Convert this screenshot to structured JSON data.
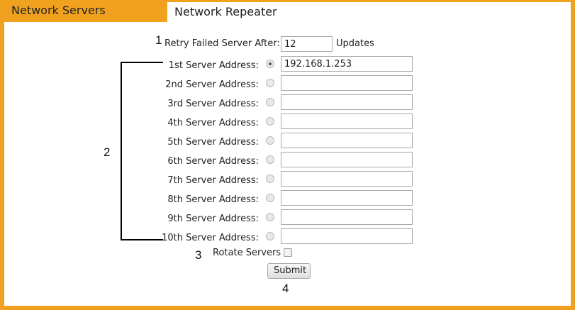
{
  "tabs": [
    {
      "label": "Network Servers",
      "active": false
    },
    {
      "label": "Network Repeater",
      "active": true
    }
  ],
  "retry": {
    "label": "Retry Failed Server After:",
    "value": "12",
    "unit": "Updates"
  },
  "servers": [
    {
      "label": "1st Server Address:",
      "value": "192.168.1.253",
      "selected": true
    },
    {
      "label": "2nd Server Address:",
      "value": "",
      "selected": false
    },
    {
      "label": "3rd Server Address:",
      "value": "",
      "selected": false
    },
    {
      "label": "4th Server Address:",
      "value": "",
      "selected": false
    },
    {
      "label": "5th Server Address:",
      "value": "",
      "selected": false
    },
    {
      "label": "6th Server Address:",
      "value": "",
      "selected": false
    },
    {
      "label": "7th Server Address:",
      "value": "",
      "selected": false
    },
    {
      "label": "8th Server Address:",
      "value": "",
      "selected": false
    },
    {
      "label": "9th Server Address:",
      "value": "",
      "selected": false
    },
    {
      "label": "10th Server Address:",
      "value": "",
      "selected": false
    }
  ],
  "rotate": {
    "label": "Rotate Servers",
    "checked": false
  },
  "submit_label": "Submit",
  "annotations": {
    "a1": "1",
    "a2": "2",
    "a3": "3",
    "a4": "4"
  },
  "colors": {
    "accent": "#f0a21e"
  }
}
